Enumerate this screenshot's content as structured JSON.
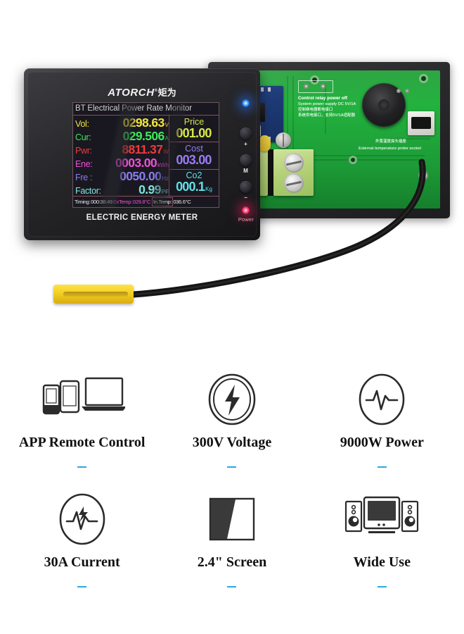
{
  "product": {
    "brand": "ATORCH",
    "brand_mark": "®",
    "brand_cn": "矩为",
    "caption": "ELECTRIC ENERGY METER"
  },
  "lcd": {
    "title": "BT Electrical Power Rate Monitor",
    "readings": [
      {
        "label": "Vol:",
        "value": "0298.63",
        "unit": "V",
        "color": "#f2e63a"
      },
      {
        "label": "Cur:",
        "value": "029.506",
        "unit": "A",
        "color": "#3ee85a"
      },
      {
        "label": "Pwr:",
        "value": "8811.37",
        "unit": "W",
        "color": "#f03a3a"
      },
      {
        "label": "Ene:",
        "value": "0003.00",
        "unit": "kWh",
        "color": "#f04fd8"
      },
      {
        "label": "Fre :",
        "value": "0050.00",
        "unit": "Hz",
        "color": "#8a7cf0"
      },
      {
        "label": "Factor:",
        "value": "0.99",
        "unit": "PF",
        "color": "#7fe8e0"
      }
    ],
    "panels": [
      {
        "label": "Price",
        "value": "001.00",
        "unit": "",
        "color": "#d8e84a"
      },
      {
        "label": "Cost",
        "value": "003.00",
        "unit": "",
        "color": "#9a7cf0"
      },
      {
        "label": "Co2",
        "value": "000.1",
        "unit": "Kg",
        "color": "#5fe0e8"
      }
    ],
    "status": {
      "timing_label": "Timing:",
      "timing_value": "000:38:49",
      "extemp_label": "ExTemp:",
      "extemp_value": "029.8°C",
      "intemp_label": "In.Temp:",
      "intemp_value": "036.6°C",
      "timing_color": "#e8e8ea",
      "extemp_color": "#f04fd8",
      "intemp_color": "#e8e8ea"
    }
  },
  "buttons": [
    {
      "name": "plus",
      "label": "+"
    },
    {
      "name": "menu",
      "label": "M"
    },
    {
      "name": "minus",
      "label": "−"
    }
  ],
  "leds": {
    "bluetooth_color": "#1a6fe0",
    "power_label": "Power",
    "power_color": "#e01a55"
  },
  "pcb": {
    "silk": [
      {
        "text": "Control relay power off"
      },
      {
        "text": "System power supply DC 5V/1A"
      },
      {
        "text": "控制继电器断电接口"
      },
      {
        "text": "系统供电接口，支持5V/1A适配器"
      },
      {
        "text": "外置温度探头插座"
      },
      {
        "text": "External temperature probe socket"
      }
    ]
  },
  "features": [
    {
      "label": "APP Remote Control",
      "icon": "devices-icon"
    },
    {
      "label": "300V Voltage",
      "icon": "bolt-circle-icon"
    },
    {
      "label": "9000W Power",
      "icon": "waveform-circle-icon"
    },
    {
      "label": "30A Current",
      "icon": "waveform-bolt-icon"
    },
    {
      "label": "2.4\" Screen",
      "icon": "screen-split-icon"
    },
    {
      "label": "Wide Use",
      "icon": "desktop-speakers-icon"
    }
  ],
  "accent": {
    "dash": "#2aa9e0"
  }
}
